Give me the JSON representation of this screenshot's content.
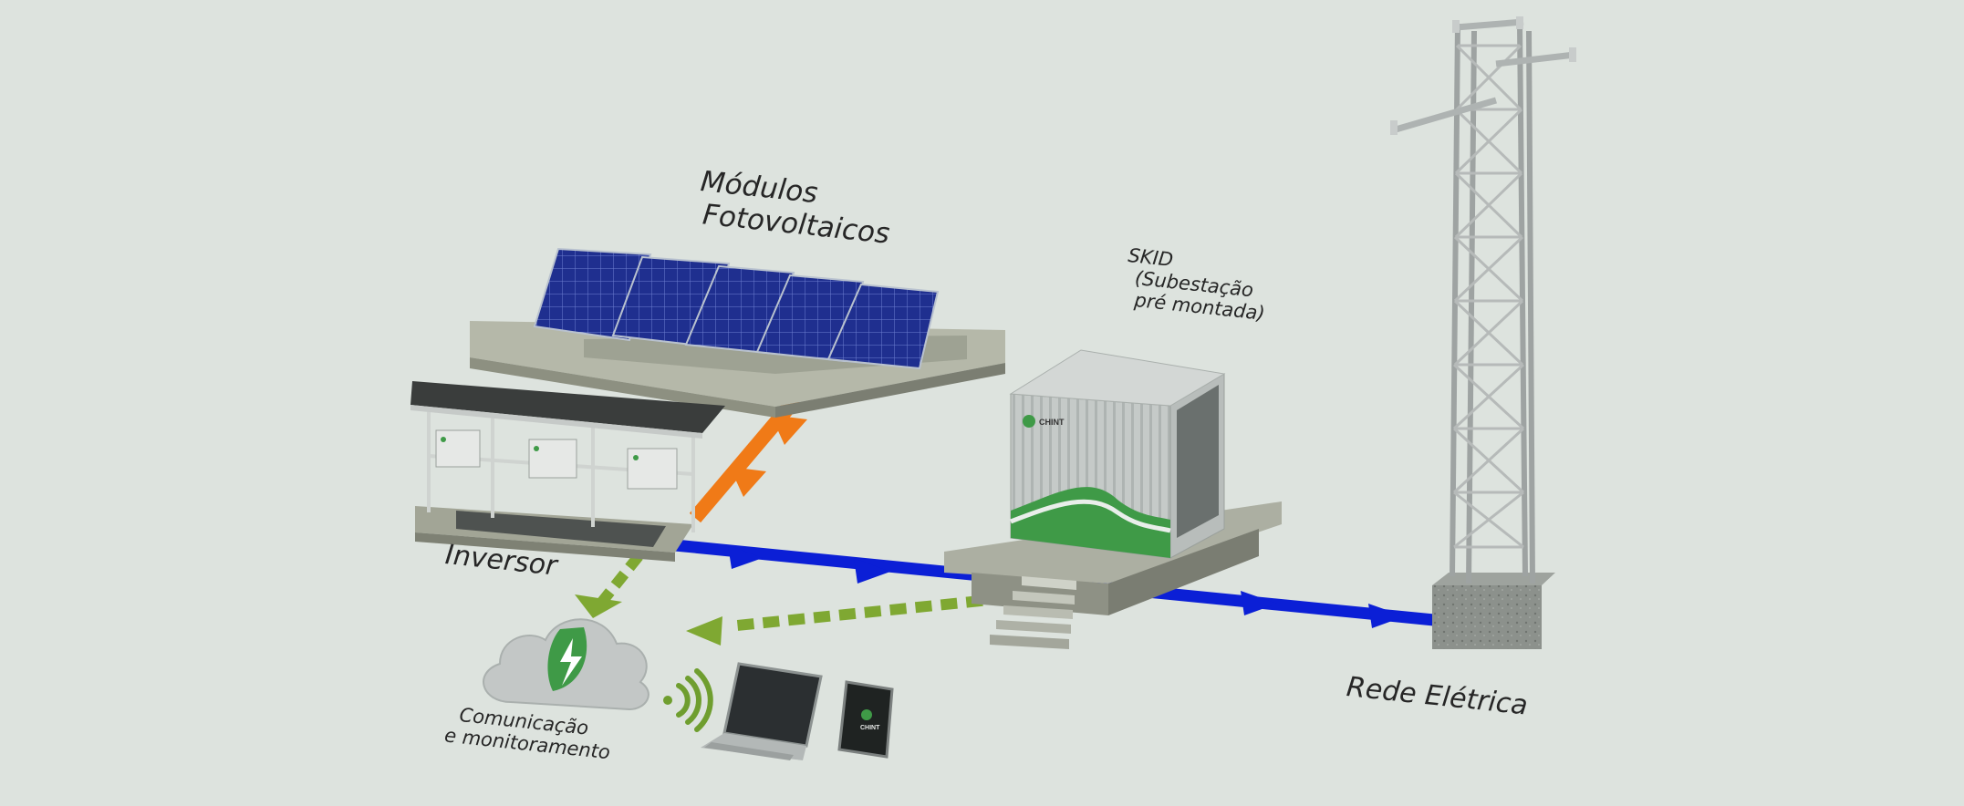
{
  "labels": {
    "modules": [
      "Módulos",
      "Fotovoltaicos"
    ],
    "skid": [
      "SKID",
      "(Subestação",
      "pré montada)"
    ],
    "inverter": "Inversor",
    "communication": [
      "Comunicação",
      "e monitoramento"
    ],
    "grid": "Rede Elétrica"
  },
  "device_brand": {
    "skid_logo": "CHINT",
    "phone_logo": "CHINT"
  },
  "colors": {
    "background": "#dde3de",
    "dc_flow": "#f07a17",
    "ac_flow": "#0b1fd6",
    "data_flow": "#7fa832",
    "solar_cell": "#1e2f8c",
    "brand_green": "#3f9a47"
  },
  "icons": {
    "cloud": "cloud-lightning-leaf-icon",
    "wifi": "wifi-signal-icon",
    "laptop": "laptop-icon",
    "phone": "smartphone-icon"
  }
}
